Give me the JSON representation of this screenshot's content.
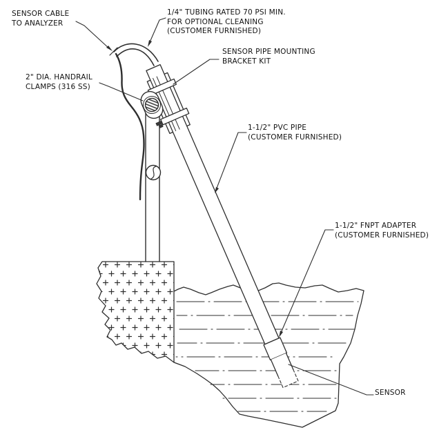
{
  "labels": {
    "sensor_cable": {
      "line1": "SENSOR CABLE",
      "line2": "TO ANALYZER"
    },
    "tubing": {
      "line1": "1/4\" TUBING RATED 70 PSI MIN.",
      "line2": "FOR OPTIONAL CLEANING",
      "line3": "(CUSTOMER FURNISHED)"
    },
    "bracket_kit": {
      "line1": "SENSOR PIPE MOUNTING",
      "line2": "BRACKET KIT"
    },
    "handrail_clamps": {
      "line1": "2\" DIA. HANDRAIL",
      "line2": "CLAMPS (316 SS)"
    },
    "pvc_pipe": {
      "line1": "1-1/2\" PVC PIPE",
      "line2": "(CUSTOMER FURNISHED)"
    },
    "fnpt_adapter": {
      "line1": "1-1/2\" FNPT ADAPTER",
      "line2": "(CUSTOMER FURNISHED)"
    },
    "sensor": {
      "line1": "SENSOR"
    }
  },
  "colors": {
    "line": "#2e2e2e",
    "background": "#ffffff",
    "text": "#111111"
  }
}
